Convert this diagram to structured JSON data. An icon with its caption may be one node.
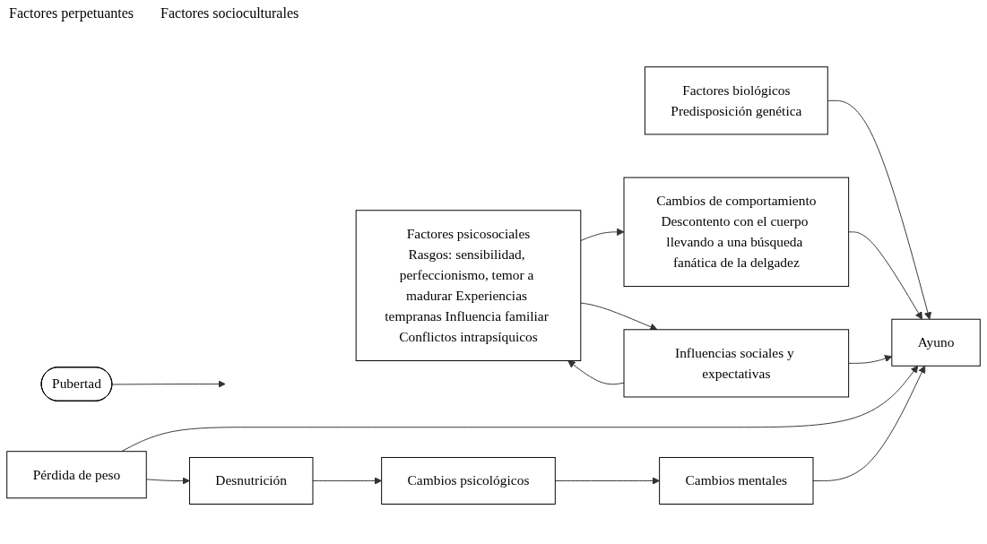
{
  "diagram": {
    "nodes": [
      {
        "text": [
          "Factores biológicos",
          "Predisposición genética"
        ]
      },
      {
        "text": [
          "Pubertad"
        ]
      },
      {
        "text": [
          "Factores psicosociales",
          "Rasgos: sensibilidad, perfeccionismo, temor a madurar Experiencias tempranas Influencia familiar Conflictos intrapsíquicos"
        ]
      },
      {
        "text": [
          "Cambios de comportamiento",
          "Descontento con el cuerpo llevando a una búsqueda fanática de la delgadez"
        ]
      },
      {
        "text": [
          "Pérdida de peso"
        ]
      },
      {
        "text": [
          "Ayuno"
        ]
      },
      {
        "text": [
          "Desnutrición"
        ]
      },
      {
        "text": [
          "Cambios mentales"
        ]
      },
      {
        "text": [
          "Cambios psicológicos"
        ]
      },
      {
        "text": [
          "Influencias sociales y expectativas"
        ]
      }
    ],
    "edges": [
      {
        "from": 0,
        "to": 5,
        "arrow": "to"
      },
      {
        "from": 1,
        "to": null,
        "arrow": "to"
      },
      {
        "from": 2,
        "to": 3,
        "arrow": "to"
      },
      {
        "from": 3,
        "to": 5,
        "arrow": "to"
      },
      {
        "from": 4,
        "to": 5,
        "arrow": "to"
      },
      {
        "from": 4,
        "to": 6,
        "arrow": "to"
      },
      {
        "from": 6,
        "to": 8,
        "arrow": "to"
      },
      {
        "from": 8,
        "to": 7,
        "arrow": "to"
      },
      {
        "from": 7,
        "to": 5,
        "arrow": "to"
      },
      {
        "from": 2,
        "to": 9,
        "arrow": "to"
      },
      {
        "from": 9,
        "to": 2,
        "arrow": "to"
      },
      {
        "from": 9,
        "to": 5,
        "arrow": "to"
      }
    ],
    "labels": [
      "Factores perpetuantes",
      "Factores socioculturales"
    ]
  }
}
